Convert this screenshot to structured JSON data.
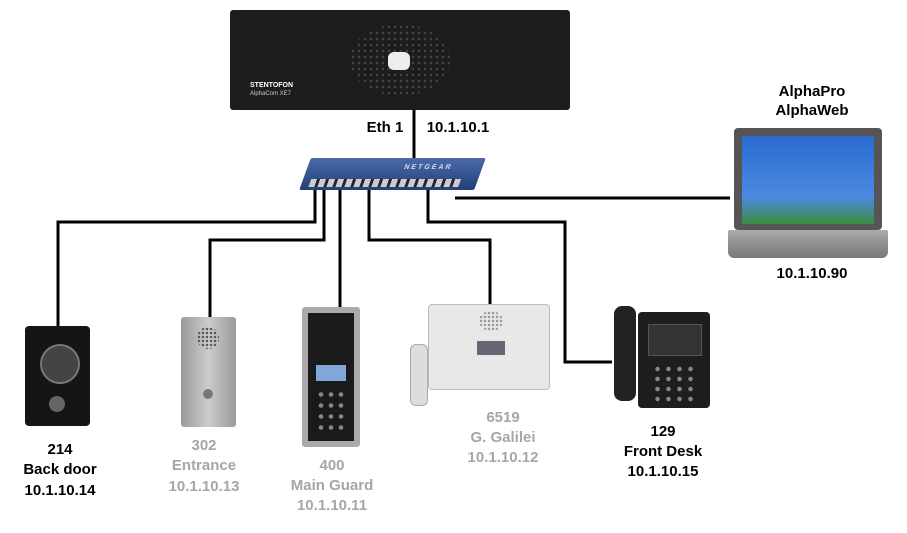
{
  "server": {
    "brand": "STENTOFON",
    "model": "AlphaCom XE7",
    "port": "Eth 1",
    "ip": "10.1.10.1"
  },
  "switch": {
    "brand": "NETGEAR"
  },
  "laptop": {
    "line1": "AlphaPro",
    "line2": "AlphaWeb",
    "ip": "10.1.10.90"
  },
  "devices": [
    {
      "number": "214",
      "name": "Back door",
      "ip": "10.1.10.14",
      "status": "active"
    },
    {
      "number": "302",
      "name": "Entrance",
      "ip": "10.1.10.13",
      "status": "inactive"
    },
    {
      "number": "400",
      "name": "Main Guard",
      "ip": "10.1.10.11",
      "status": "inactive"
    },
    {
      "number": "6519",
      "name": "G. Galilei",
      "ip": "10.1.10.12",
      "status": "inactive"
    },
    {
      "number": "129",
      "name": "Front Desk",
      "ip": "10.1.10.15",
      "status": "active"
    }
  ],
  "colors": {
    "active_text": "#000000",
    "inactive_text": "#a6a6a6",
    "cable": "#000000",
    "switch": "#2f4f86"
  }
}
